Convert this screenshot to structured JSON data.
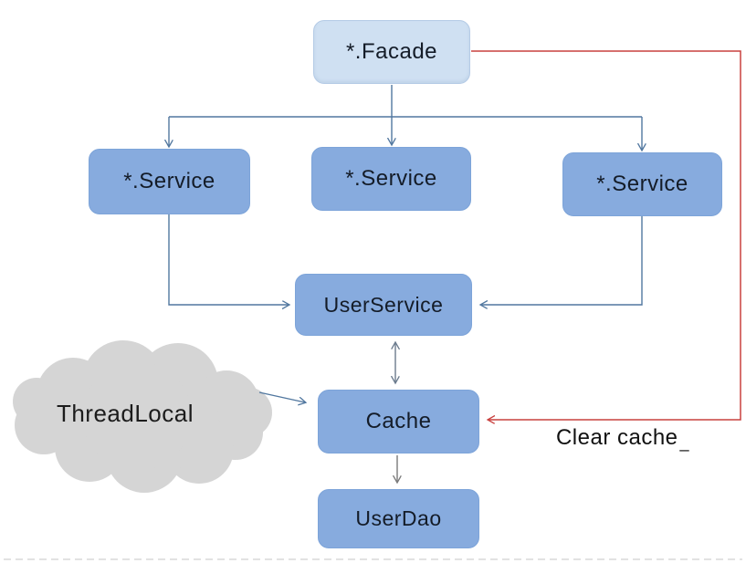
{
  "diagram": {
    "title_hint": "cache architecture diagram",
    "nodes": {
      "facade": {
        "label": "*.Facade"
      },
      "service_left": {
        "label": "*.Service"
      },
      "service_mid": {
        "label": "*.Service"
      },
      "service_right": {
        "label": "*.Service"
      },
      "user_service": {
        "label": "UserService"
      },
      "cache": {
        "label": "Cache"
      },
      "user_dao": {
        "label": "UserDao"
      },
      "thread_local": {
        "label": "ThreadLocal"
      }
    },
    "annotations": {
      "clear_cache": {
        "label": "Clear cache",
        "cursor": "_"
      }
    },
    "edges": [
      {
        "from": "facade",
        "to": "service_left",
        "style": "arrow",
        "color": "blue"
      },
      {
        "from": "facade",
        "to": "service_mid",
        "style": "arrow",
        "color": "blue"
      },
      {
        "from": "facade",
        "to": "service_right",
        "style": "arrow",
        "color": "blue"
      },
      {
        "from": "service_left",
        "to": "user_service",
        "style": "elbow-arrow",
        "color": "blue"
      },
      {
        "from": "service_right",
        "to": "user_service",
        "style": "elbow-arrow",
        "color": "blue"
      },
      {
        "from": "user_service",
        "to": "cache",
        "style": "double-arrow",
        "color": "gray-blue"
      },
      {
        "from": "cache",
        "to": "user_dao",
        "style": "arrow",
        "color": "gray"
      },
      {
        "from": "thread_local",
        "to": "cache",
        "style": "arrow",
        "color": "blue"
      },
      {
        "from": "facade",
        "to": "cache",
        "style": "elbow-arrow",
        "color": "red",
        "label": "Clear cache"
      }
    ],
    "colors": {
      "facade_fill": "#cfe0f2",
      "facade_border": "#b5cbe6",
      "service_fill": "#87abde",
      "service_border": "#7da4d9",
      "cloud_fill": "#d5d5d5",
      "connector_blue": "#51779f",
      "double_arrow_gray": "#5f7183",
      "arrow_gray": "#7a7a7a",
      "red_line": "#c9403e",
      "node_text": "#141c28",
      "dashed_rule": "#d9d9d9"
    }
  }
}
